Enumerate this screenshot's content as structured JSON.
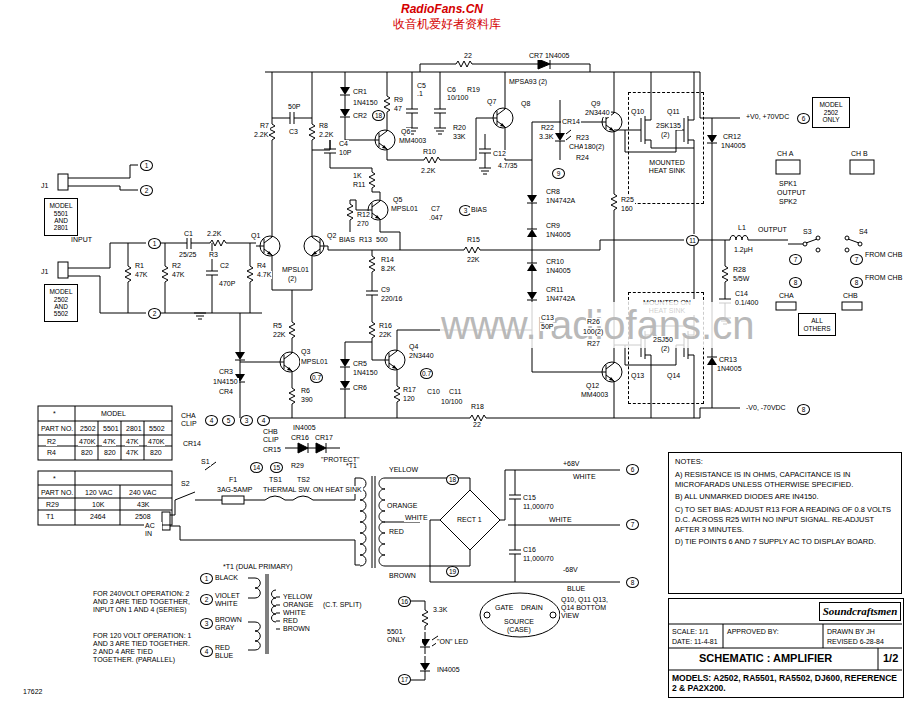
{
  "diagram": {
    "nodes": [
      {
        "text": [
          "MODEL 5501 AND 2801"
        ]
      },
      {
        "text": [
          "MODEL 2502 AND 5502"
        ]
      },
      {
        "text": [
          "MOUNTED HEAT SINK"
        ]
      },
      {
        "text": [
          "MOUNTED ON HEAT SINK"
        ]
      },
      {
        "text": [
          "MODEL 2502 ONLY"
        ]
      },
      {
        "text": [
          "ALL OTHERS"
        ]
      },
      {
        "text": [
          "NOTES:",
          "A) RESISTANCE IS IN OHMS, CAPACITANCE IS IN MICROFARADS UNLESS OTHERWISE SPECIFIED.",
          "B) ALL UNMARKED DIODES ARE IN4150.",
          "C) TO SET BIAS: ADJUST R13 FOR A READING OF 0.8 VOLTS D.C. ACROSS R25 WITH NO INPUT SIGNAL. RE-ADJUST AFTER 3 MINUTES.",
          "D) TIE POINTS 6 AND 7 SUPPLY AC TO DISPLAY BOARD."
        ]
      },
      {
        "text": [
          "SCALE: 1/1",
          "APPROVED BY:",
          "DRAWN BY JH",
          "DATE: 11-4-81",
          "REVISED 6-28-84",
          "SCHEMATIC : AMPLIFIER",
          "1/2",
          "MODELS: A2502, RA5501, RA5502, DJ600, REFERENCE 2 & PA2X200."
        ]
      },
      {
        "text": [
          "Soundcraftsmen"
        ],
        "in": 7
      }
    ],
    "labels": [
      "RadioFans.CN",
      "收音机爱好者资料库",
      "www.radiofans.cn",
      "J1",
      "1",
      "2",
      "INPUT",
      "J1",
      "1",
      "2",
      "R1",
      "47K",
      "R2",
      "47K",
      "C1",
      "25/25",
      "2.2K",
      "R3",
      "C2",
      "470P",
      "R4",
      "4.7K",
      "Q1",
      "Q2",
      "MPSL01",
      "(2)",
      "R5",
      "22K",
      "Q3",
      "MPSL01",
      "CR3",
      "1N4150",
      "CR4",
      "0.7",
      "R6",
      "390",
      "R7",
      "2.2K",
      "R8",
      "2.2K",
      "50P",
      "C3",
      "CR1",
      "1N4150",
      "CR2",
      "18",
      "R9",
      "47",
      "Q6",
      "MM4003",
      "C4",
      "10P",
      "C5",
      ".1",
      "C6",
      "10/100",
      "22",
      "R19",
      "CR7 1N4005",
      "Q7",
      "MPSA93 (2)",
      "Q8",
      "R20",
      "33K",
      "R22",
      "3.3K",
      "CR14",
      "C12",
      "4.7/35",
      "CHA CLIP",
      "9",
      "R10",
      "2.2K",
      "1K",
      "R11",
      "Q5",
      "MPSL01",
      "C7",
      ".047",
      "3",
      "BIAS",
      "R12",
      "270",
      "BIAS",
      "R13",
      "500",
      "R14",
      "8.2K",
      "C9",
      "220/16",
      "R15",
      "22K",
      "R16",
      "22K",
      "Q4",
      "2N3440",
      "CR5",
      "1N4150",
      "CR6",
      "R17",
      "120",
      "0.7",
      "C10",
      "C11",
      "10/100",
      "R18",
      "22",
      "C13",
      "50P",
      "Q9",
      "2N3440",
      "R23",
      "180(2)",
      "R24",
      "Q10",
      "Q11",
      "2SK135",
      "(2)",
      "CR12",
      "1N4005",
      "+V0, +70VDC",
      "6",
      "R25",
      "160",
      "CR8",
      "1N4742A",
      "CR9",
      "1N4005",
      "CR10",
      "1N4005",
      "CR11",
      "1N4742A",
      "11",
      "L1",
      "1.2μH",
      "R28",
      "5/5W",
      "C14",
      "0.1/400",
      "OUTPUT",
      "S3",
      "S4",
      "7",
      "8",
      "7",
      "FROM CHB",
      "8",
      "FROM CHB",
      "CHA",
      "CHB",
      "CH A",
      "CH B",
      "SPK1",
      "OUTPUT",
      "SPK2",
      "R26",
      "100(2)",
      "R27",
      "2SJ50",
      "(2)",
      "Q13",
      "Q14",
      "CR13",
      "1N4005",
      "Q12",
      "MM4003",
      "-V0, -70VDC",
      "8",
      "*",
      "MODEL",
      "PART NO.",
      "2502",
      "5501",
      "2801",
      "5502",
      "R2",
      "470K",
      "47K",
      "47K",
      "470K",
      "R4",
      "820",
      "820",
      "47K",
      "820",
      "*",
      "PART NO.",
      "120 VAC",
      "240 VAC",
      "R29",
      "10K",
      "43K",
      "T1",
      "2464",
      "2508",
      "CHA CLIP",
      "CR14",
      "4",
      "5",
      "3",
      "4",
      "CHB CLIP",
      "CR15",
      "IN4005",
      "CR16",
      "CR17",
      "\"PROTECT\"",
      "R29",
      "14",
      "15",
      "S1",
      "S2",
      "F1",
      "3AG-5AMP",
      "TS1",
      "TS2",
      "THERMAL SW. ON HEAT SINK",
      "*T1",
      "AC IN",
      "YELLOW",
      "ORANGE",
      "WHITE",
      "RED",
      "BROWN",
      "18",
      "19",
      "RECT 1",
      "+68V",
      "6",
      "WHITE",
      "C15",
      "11,000/70",
      "WHITE",
      "7",
      "C16",
      "11,000/70",
      "-68V",
      "BLUE",
      "8",
      "FOR 240VOLT OPERATION: 2 AND 3 ARE TIED TOGETHER, INPUT ON 1 AND 4 (SERIES)",
      "FOR 120 VOLT OPERATION: 1 AND 3 ARE TIED TOGETHER. 2 AND 4 ARE TIED TOGETHER. (PARALLEL)",
      "*T1 (DUAL PRIMARY)",
      "1",
      "BLACK",
      "2",
      "VIOLET WHITE",
      "3",
      "BROWN GRAY",
      "4",
      "RED BLUE",
      "YELLOW",
      "ORANGE",
      "WHITE",
      "RED",
      "BROWN",
      "(C.T. SPLIT)",
      "16",
      "3.3K",
      "5501 ONLY",
      "\"ON\" LED",
      "IN4005",
      "17",
      "GATE",
      "DRAIN",
      "SOURCE",
      "(CASE)",
      "Q10, Q11 Q13, Q14 BOTTOM VIEW",
      "17622"
    ]
  }
}
